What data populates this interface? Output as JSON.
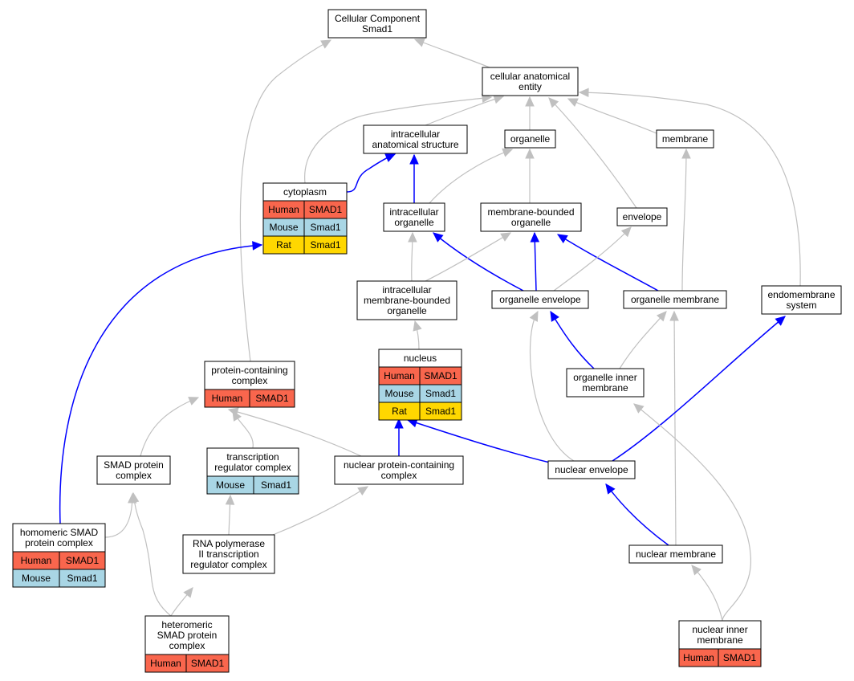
{
  "nodes": [
    {
      "id": "cc",
      "lines": [
        "Cellular Component",
        "Smad1"
      ],
      "species": []
    },
    {
      "id": "cae",
      "lines": [
        "cellular anatomical",
        "entity"
      ],
      "species": []
    },
    {
      "id": "ias",
      "lines": [
        "intracellular",
        "anatomical structure"
      ],
      "species": []
    },
    {
      "id": "org",
      "lines": [
        "organelle"
      ],
      "species": []
    },
    {
      "id": "mem",
      "lines": [
        "membrane"
      ],
      "species": []
    },
    {
      "id": "cyto",
      "lines": [
        "cytoplasm"
      ],
      "species": [
        [
          "Human",
          "SMAD1"
        ],
        [
          "Mouse",
          "Smad1"
        ],
        [
          "Rat",
          "Smad1"
        ]
      ]
    },
    {
      "id": "io",
      "lines": [
        "intracellular",
        "organelle"
      ],
      "species": []
    },
    {
      "id": "mbo",
      "lines": [
        "membrane-bounded",
        "organelle"
      ],
      "species": []
    },
    {
      "id": "env",
      "lines": [
        "envelope"
      ],
      "species": []
    },
    {
      "id": "imbo",
      "lines": [
        "intracellular",
        "membrane-bounded",
        "organelle"
      ],
      "species": []
    },
    {
      "id": "oenv",
      "lines": [
        "organelle envelope"
      ],
      "species": []
    },
    {
      "id": "omem",
      "lines": [
        "organelle membrane"
      ],
      "species": []
    },
    {
      "id": "endo",
      "lines": [
        "endomembrane",
        "system"
      ],
      "species": []
    },
    {
      "id": "nuc",
      "lines": [
        "nucleus"
      ],
      "species": [
        [
          "Human",
          "SMAD1"
        ],
        [
          "Mouse",
          "Smad1"
        ],
        [
          "Rat",
          "Smad1"
        ]
      ]
    },
    {
      "id": "pcc",
      "lines": [
        "protein-containing",
        "complex"
      ],
      "species": [
        [
          "Human",
          "SMAD1"
        ]
      ]
    },
    {
      "id": "oim",
      "lines": [
        "organelle inner",
        "membrane"
      ],
      "species": []
    },
    {
      "id": "smad",
      "lines": [
        "SMAD protein",
        "complex"
      ],
      "species": []
    },
    {
      "id": "trc",
      "lines": [
        "transcription",
        "regulator complex"
      ],
      "species": [
        [
          "Mouse",
          "Smad1"
        ]
      ]
    },
    {
      "id": "npcc",
      "lines": [
        "nuclear protein-containing",
        "complex"
      ],
      "species": []
    },
    {
      "id": "nenv",
      "lines": [
        "nuclear envelope"
      ],
      "species": []
    },
    {
      "id": "homo",
      "lines": [
        "homomeric SMAD",
        "protein complex"
      ],
      "species": [
        [
          "Human",
          "SMAD1"
        ],
        [
          "Mouse",
          "Smad1"
        ]
      ]
    },
    {
      "id": "rnap",
      "lines": [
        "RNA polymerase",
        "II transcription",
        "regulator complex"
      ],
      "species": []
    },
    {
      "id": "nmem",
      "lines": [
        "nuclear membrane"
      ],
      "species": []
    },
    {
      "id": "hetero",
      "lines": [
        "heteromeric",
        "SMAD protein",
        "complex"
      ],
      "species": [
        [
          "Human",
          "SMAD1"
        ]
      ]
    },
    {
      "id": "nim",
      "lines": [
        "nuclear inner",
        "membrane"
      ],
      "species": [
        [
          "Human",
          "SMAD1"
        ]
      ]
    }
  ],
  "colors": {
    "Human": "#f9664d",
    "Mouse": "#a9d6e5",
    "Rat": "#ffd700",
    "is_a_edge": "#c0c0c0",
    "part_of_edge": "#0000ff",
    "border": "#000000"
  },
  "edges": [
    {
      "from": "cae",
      "to": "cc",
      "rel": "is_a"
    },
    {
      "from": "pcc",
      "to": "cc",
      "rel": "is_a"
    },
    {
      "from": "ias",
      "to": "cae",
      "rel": "is_a"
    },
    {
      "from": "org",
      "to": "cae",
      "rel": "is_a"
    },
    {
      "from": "mem",
      "to": "cae",
      "rel": "is_a"
    },
    {
      "from": "cyto",
      "to": "cae",
      "rel": "is_a"
    },
    {
      "from": "env",
      "to": "cae",
      "rel": "is_a"
    },
    {
      "from": "endo",
      "to": "cae",
      "rel": "is_a"
    },
    {
      "from": "cyto",
      "to": "ias",
      "rel": "part_of"
    },
    {
      "from": "io",
      "to": "ias",
      "rel": "part_of"
    },
    {
      "from": "io",
      "to": "org",
      "rel": "is_a"
    },
    {
      "from": "mbo",
      "to": "org",
      "rel": "is_a"
    },
    {
      "from": "omem",
      "to": "mem",
      "rel": "is_a"
    },
    {
      "from": "homo",
      "to": "cyto",
      "rel": "part_of"
    },
    {
      "from": "imbo",
      "to": "io",
      "rel": "is_a"
    },
    {
      "from": "oenv",
      "to": "io",
      "rel": "part_of"
    },
    {
      "from": "imbo",
      "to": "mbo",
      "rel": "is_a"
    },
    {
      "from": "oenv",
      "to": "mbo",
      "rel": "part_of"
    },
    {
      "from": "omem",
      "to": "mbo",
      "rel": "part_of"
    },
    {
      "from": "oenv",
      "to": "env",
      "rel": "is_a"
    },
    {
      "from": "nuc",
      "to": "imbo",
      "rel": "is_a"
    },
    {
      "from": "oim",
      "to": "oenv",
      "rel": "part_of"
    },
    {
      "from": "nenv",
      "to": "oenv",
      "rel": "is_a"
    },
    {
      "from": "oim",
      "to": "omem",
      "rel": "is_a"
    },
    {
      "from": "nmem",
      "to": "omem",
      "rel": "is_a"
    },
    {
      "from": "nenv",
      "to": "endo",
      "rel": "part_of"
    },
    {
      "from": "npcc",
      "to": "nuc",
      "rel": "part_of"
    },
    {
      "from": "nenv",
      "to": "nuc",
      "rel": "part_of"
    },
    {
      "from": "smad",
      "to": "pcc",
      "rel": "is_a"
    },
    {
      "from": "trc",
      "to": "pcc",
      "rel": "is_a"
    },
    {
      "from": "npcc",
      "to": "pcc",
      "rel": "is_a"
    },
    {
      "from": "nim",
      "to": "oim",
      "rel": "is_a"
    },
    {
      "from": "homo",
      "to": "smad",
      "rel": "is_a"
    },
    {
      "from": "hetero",
      "to": "smad",
      "rel": "is_a"
    },
    {
      "from": "rnap",
      "to": "trc",
      "rel": "is_a"
    },
    {
      "from": "rnap",
      "to": "npcc",
      "rel": "is_a"
    },
    {
      "from": "nmem",
      "to": "nenv",
      "rel": "part_of"
    },
    {
      "from": "hetero",
      "to": "smad",
      "rel": "is_a"
    },
    {
      "from": "nim",
      "to": "nmem",
      "rel": "is_a"
    }
  ]
}
